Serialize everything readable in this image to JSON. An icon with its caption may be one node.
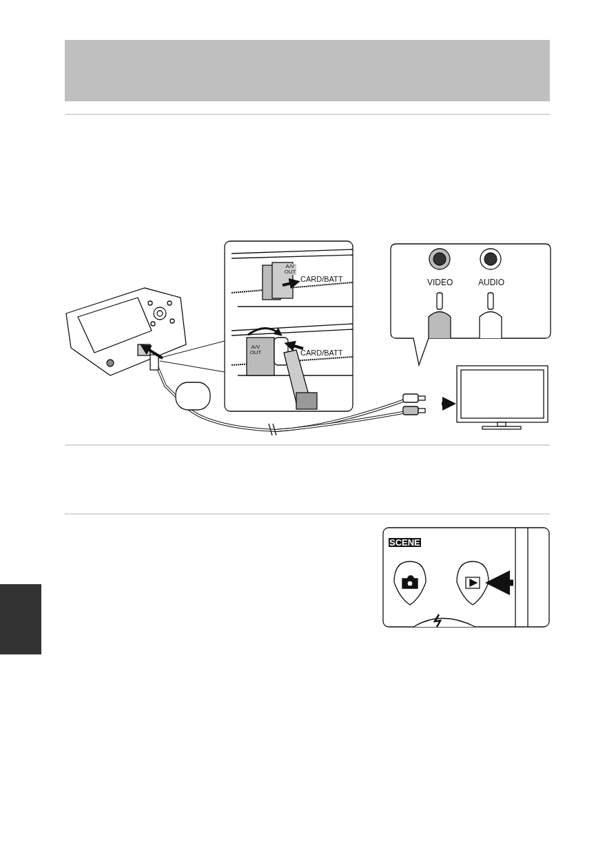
{
  "diagram": {
    "nodes": [
      {
        "text": [],
        "shape": "box"
      }
    ],
    "labels": [
      "A/V OUT",
      "CARD/BATT",
      "VIDEO",
      "AUDIO",
      "A/V OUT",
      "CARD/BATT",
      "SCENE"
    ]
  }
}
